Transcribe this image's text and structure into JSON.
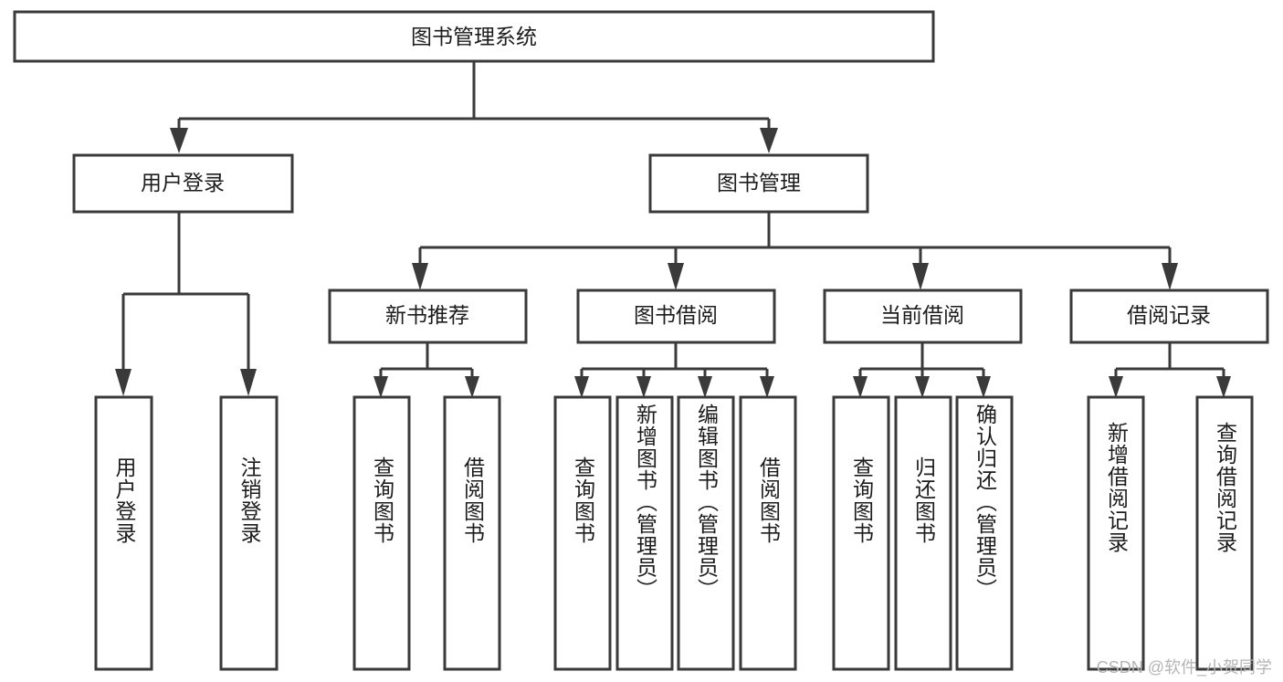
{
  "diagram": {
    "type": "tree-hierarchy-flowchart",
    "title": "图书管理系统",
    "watermark": "CSDN @软件_小贺同学",
    "colors": {
      "stroke": "#3a3a3a",
      "fill": "#ffffff",
      "text": "#1c1c1c",
      "watermark": "#b5b5b5",
      "background": "#ffffff"
    },
    "root": {
      "id": "root",
      "label": "图书管理系统"
    },
    "level2": [
      {
        "id": "user-login",
        "label": "用户登录"
      },
      {
        "id": "book-manage",
        "label": "图书管理"
      }
    ],
    "level3": [
      {
        "id": "new-book-recommend",
        "label": "新书推荐",
        "parent": "book-manage"
      },
      {
        "id": "book-borrow",
        "label": "图书借阅",
        "parent": "book-manage"
      },
      {
        "id": "current-borrow",
        "label": "当前借阅",
        "parent": "book-manage"
      },
      {
        "id": "borrow-record",
        "label": "借阅记录",
        "parent": "book-manage"
      }
    ],
    "leaves": [
      {
        "id": "leaf-user-login",
        "label": "用户登录",
        "parent": "user-login"
      },
      {
        "id": "leaf-user-logout",
        "label": "注销登录",
        "parent": "user-login"
      },
      {
        "id": "leaf-query-book-1",
        "label": "查询图书",
        "parent": "new-book-recommend"
      },
      {
        "id": "leaf-borrow-book-1",
        "label": "借阅图书",
        "parent": "new-book-recommend"
      },
      {
        "id": "leaf-query-book-2",
        "label": "查询图书",
        "parent": "book-borrow"
      },
      {
        "id": "leaf-add-book",
        "label": "新增图书（管理员）",
        "parent": "book-borrow"
      },
      {
        "id": "leaf-edit-book",
        "label": "编辑图书（管理员）",
        "parent": "book-borrow"
      },
      {
        "id": "leaf-borrow-book-2",
        "label": "借阅图书",
        "parent": "book-borrow"
      },
      {
        "id": "leaf-query-book-3",
        "label": "查询图书",
        "parent": "current-borrow"
      },
      {
        "id": "leaf-return-book",
        "label": "归还图书",
        "parent": "current-borrow"
      },
      {
        "id": "leaf-confirm-return",
        "label": "确认归还（管理员）",
        "parent": "current-borrow"
      },
      {
        "id": "leaf-add-record",
        "label": "新增借阅记录",
        "parent": "borrow-record"
      },
      {
        "id": "leaf-query-record",
        "label": "查询借阅记录",
        "parent": "borrow-record"
      }
    ]
  }
}
